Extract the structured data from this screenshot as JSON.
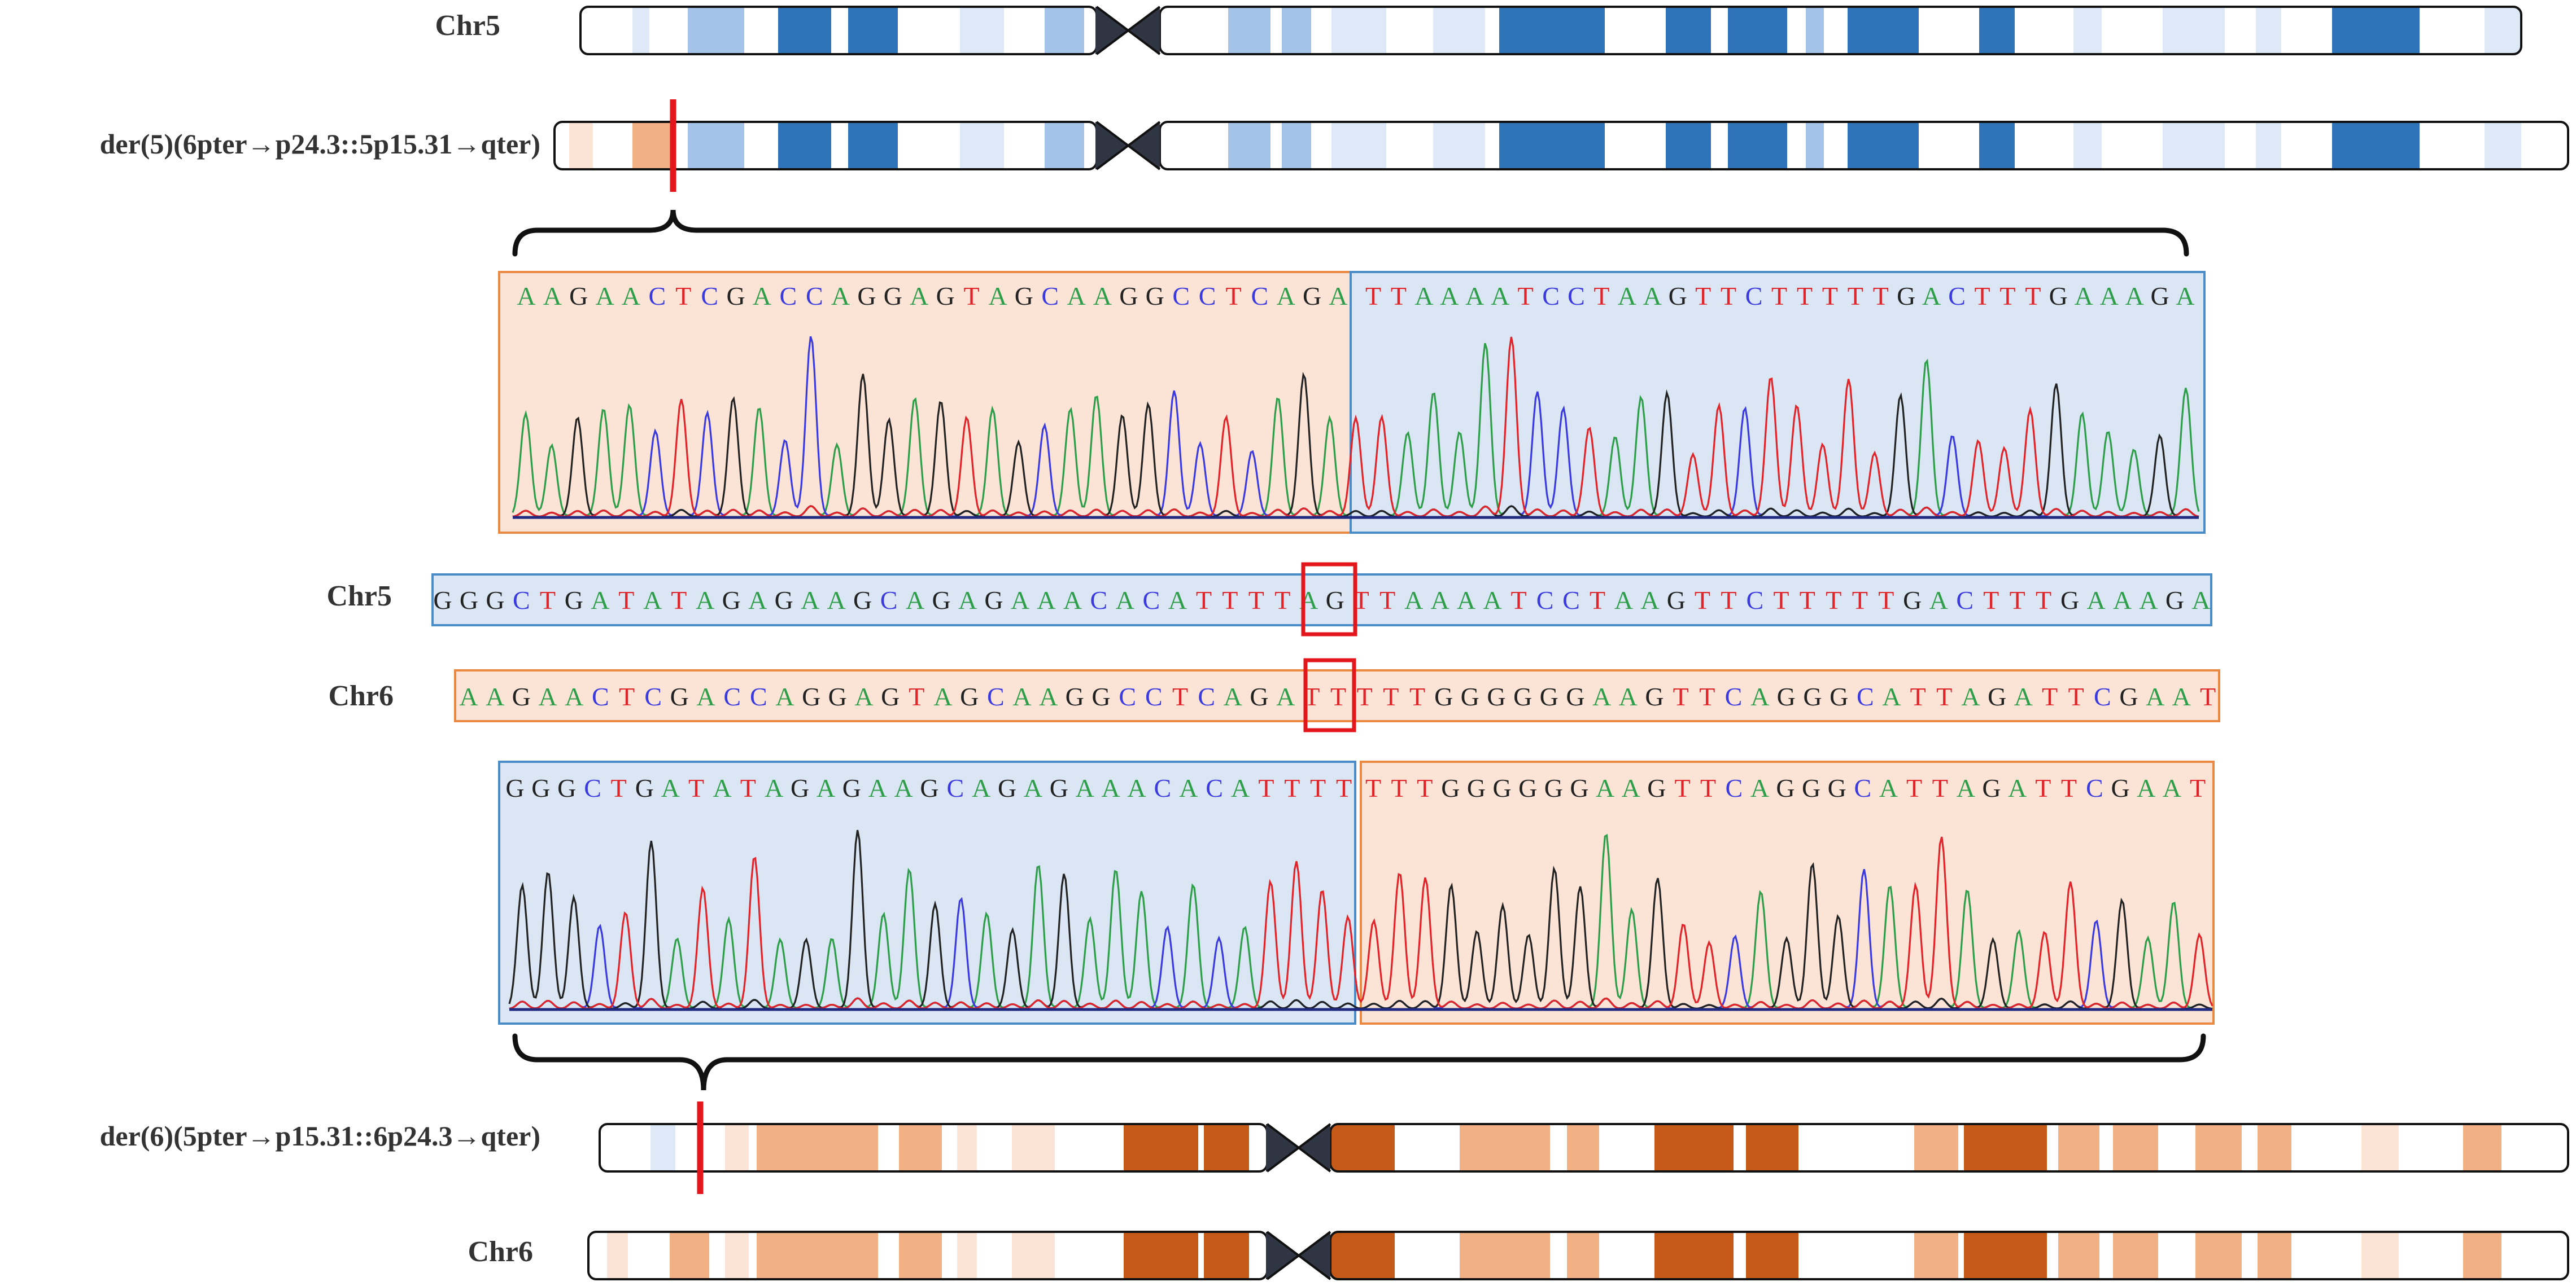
{
  "labels": {
    "chr5": "Chr5",
    "der5": "der(5)(6pter→p24.3::5p15.31→qter)",
    "chr5_ref": "Chr5",
    "chr6_ref": "Chr6",
    "der6": "der(6)(5pter→p15.31::6p24.3→qter)",
    "chr6": "Chr6"
  },
  "sequences": {
    "der5_trace_left": "AAGAACTCGACCAGGAGTAGCAAGGCCTCAGA",
    "der5_trace_right": "TTAAAATCCTAAGTTCTTTTTGACTTTGAAAGA",
    "chr5_reference": "GGGCTGATATAGAGAAGCAGAGAAACACATTTTAGTTAAAATCCTAAGTTCTTTTTGACTTTGAAAGA",
    "chr6_reference": "AAGAACTCGACCAGGAGTAGCAAGGCCTCAGATTTTTGGGGGGAAGTTCAGGGCATTAGATTCGAAT",
    "der6_trace_left": "GGGCTGATATAGAGAAGCAGAGAAACACATTTT",
    "der6_trace_right": "TTTGGGGGGAAGTTCAGGGCATTAGATTCGAAT"
  },
  "breakpoints": {
    "chr5_boxed": "AG",
    "chr6_boxed": "TT"
  },
  "colors": {
    "A": "#2e9e4a",
    "C": "#3a3adf",
    "G": "#222222",
    "T": "#e0242a",
    "chr5_light": "#dde9f6",
    "chr5_mid": "#a3c4e8",
    "chr5_dark": "#2f73b8",
    "chr6_light": "#fbe4d6",
    "chr6_mid": "#f2b085",
    "chr6_dark": "#c55a18",
    "centromere": "#2f3542",
    "breakpoint": "#e3161c",
    "box5_fill": "#dae6f3",
    "box5_stroke": "#4a8cc8",
    "box6_fill": "#fbe4d6",
    "box6_stroke": "#ea8a42"
  }
}
